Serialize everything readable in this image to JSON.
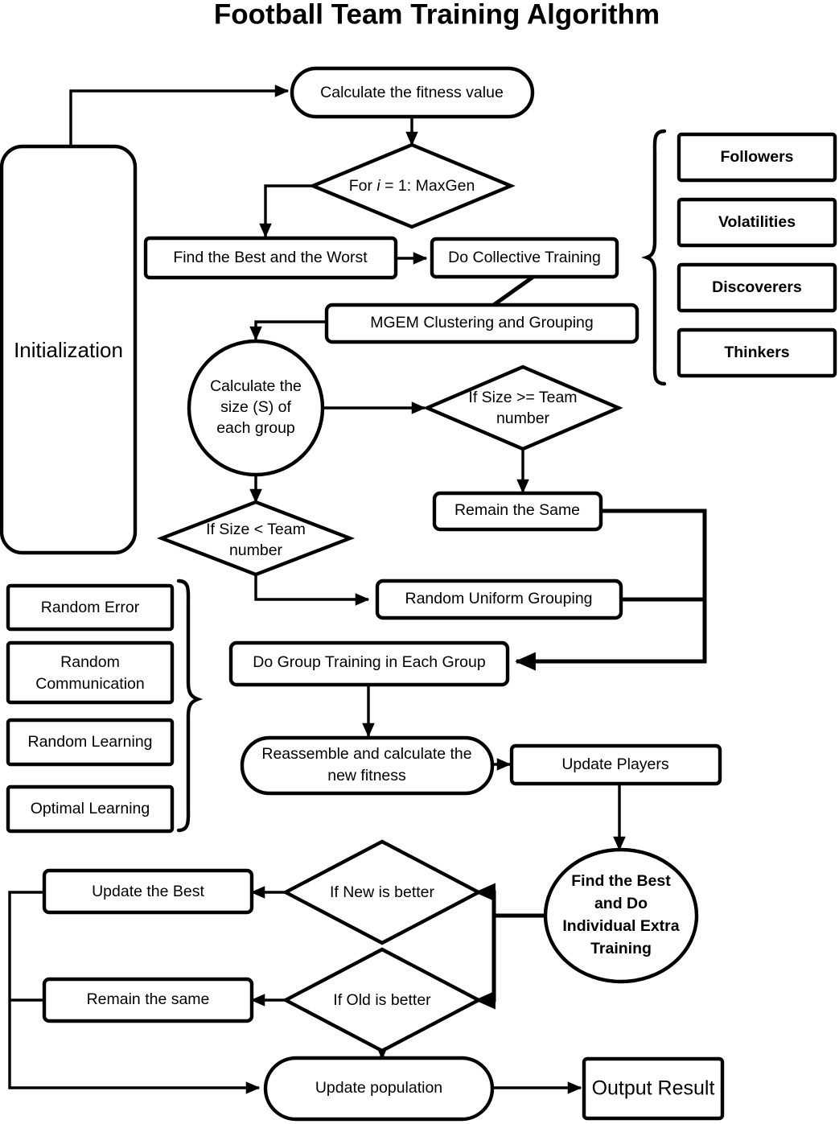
{
  "title": "Football Team Training Algorithm",
  "nodes": {
    "initialization": "Initialization",
    "calc_fitness": "Calculate the fitness value",
    "for_loop_pre": "For ",
    "for_loop_i": "i",
    "for_loop_post": " = 1: MaxGen",
    "find_best_worst": "Find the Best and the Worst",
    "do_collective_training": "Do Collective Training",
    "mgem_clustering": "MGEM Clustering and Grouping",
    "calc_size_l1": "Calculate the",
    "calc_size_l2": "size (S) of",
    "calc_size_l3": "each group",
    "if_size_ge_l1": "If Size >= Team",
    "if_size_ge_l2": "number",
    "if_size_lt_l1": "If Size < Team",
    "if_size_lt_l2": "number",
    "remain_the_same": "Remain the Same",
    "random_uniform_grouping": "Random Uniform Grouping",
    "do_group_training": "Do Group Training in Each Group",
    "reassemble_l1": "Reassemble and calculate the",
    "reassemble_l2": "new fitness",
    "update_players": "Update Players",
    "find_best_extra_l1": "Find the Best",
    "find_best_extra_l2": "and Do",
    "find_best_extra_l3": "Individual Extra",
    "find_best_extra_l4": "Training",
    "if_new_better": "If New is better",
    "if_old_better": "If Old is better",
    "update_the_best": "Update the Best",
    "remain_the_same_2": "Remain the same",
    "update_population": "Update population",
    "output_result": "Output Result"
  },
  "collective_training_group": {
    "items": [
      "Followers",
      "Volatilities",
      "Discoverers",
      "Thinkers"
    ]
  },
  "group_training_group": {
    "items": [
      "Random Error",
      "Random\nCommunication",
      "Random Learning",
      "Optimal Learning"
    ]
  },
  "group_training_group_lines": {
    "item0": "Random Error",
    "item1a": "Random",
    "item1b": "Communication",
    "item2": "Random Learning",
    "item3": "Optimal Learning"
  },
  "colors": {
    "stroke": "#000000",
    "fill": "#ffffff",
    "background": "#ffffff"
  }
}
